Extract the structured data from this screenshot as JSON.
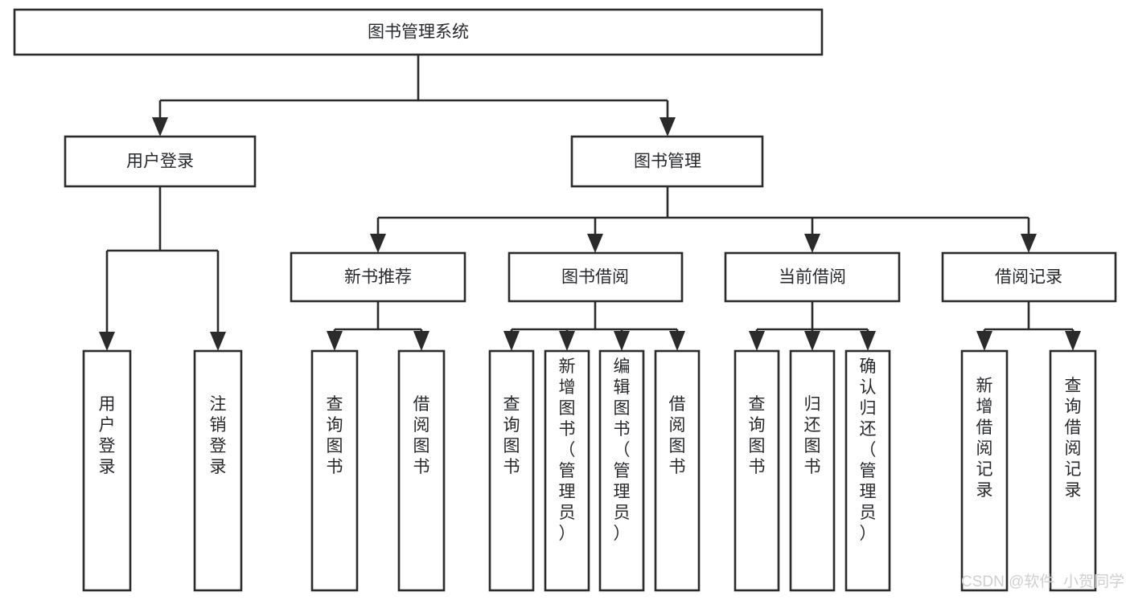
{
  "diagram": {
    "type": "tree-hierarchy-chart",
    "title": "图书管理系统",
    "orientation": "top-down",
    "colors": {
      "box_stroke": "#2b2b2b",
      "box_fill": "#ffffff",
      "connector": "#2b2b2b",
      "text": "#26282b",
      "background": "#ffffff",
      "watermark": "#cfcfcf"
    },
    "root": {
      "id": "root",
      "label": "图书管理系统",
      "text_orientation": "horizontal"
    },
    "level2": [
      {
        "id": "user-login",
        "label": "用户登录",
        "text_orientation": "horizontal"
      },
      {
        "id": "book-manage",
        "label": "图书管理",
        "text_orientation": "horizontal"
      }
    ],
    "level3": [
      {
        "id": "new-book-recommend",
        "label": "新书推荐",
        "parent": "book-manage",
        "text_orientation": "horizontal"
      },
      {
        "id": "book-borrow",
        "label": "图书借阅",
        "parent": "book-manage",
        "text_orientation": "horizontal"
      },
      {
        "id": "current-borrow",
        "label": "当前借阅",
        "parent": "book-manage",
        "text_orientation": "horizontal"
      },
      {
        "id": "borrow-record",
        "label": "借阅记录",
        "parent": "book-manage",
        "text_orientation": "horizontal"
      }
    ],
    "leaves": [
      {
        "id": "leaf-user-login",
        "label": "用户登录",
        "parent": "user-login",
        "text_orientation": "vertical"
      },
      {
        "id": "leaf-logout-login",
        "label": "注销登录",
        "parent": "user-login",
        "text_orientation": "vertical"
      },
      {
        "id": "leaf-query-book-1",
        "label": "查询图书",
        "parent": "new-book-recommend",
        "text_orientation": "vertical"
      },
      {
        "id": "leaf-borrow-book-1",
        "label": "借阅图书",
        "parent": "new-book-recommend",
        "text_orientation": "vertical"
      },
      {
        "id": "leaf-query-book-2",
        "label": "查询图书",
        "parent": "book-borrow",
        "text_orientation": "vertical"
      },
      {
        "id": "leaf-add-book",
        "label": "新增图书（管理员）",
        "parent": "book-borrow",
        "text_orientation": "vertical"
      },
      {
        "id": "leaf-edit-book",
        "label": "编辑图书（管理员）",
        "parent": "book-borrow",
        "text_orientation": "vertical"
      },
      {
        "id": "leaf-borrow-book-2",
        "label": "借阅图书",
        "parent": "book-borrow",
        "text_orientation": "vertical"
      },
      {
        "id": "leaf-query-book-3",
        "label": "查询图书",
        "parent": "current-borrow",
        "text_orientation": "vertical"
      },
      {
        "id": "leaf-return-book",
        "label": "归还图书",
        "parent": "current-borrow",
        "text_orientation": "vertical"
      },
      {
        "id": "leaf-confirm-return",
        "label": "确认归还（管理员）",
        "parent": "current-borrow",
        "text_orientation": "vertical"
      },
      {
        "id": "leaf-add-record",
        "label": "新增借阅记录",
        "parent": "borrow-record",
        "text_orientation": "vertical"
      },
      {
        "id": "leaf-query-record",
        "label": "查询借阅记录",
        "parent": "borrow-record",
        "text_orientation": "vertical"
      }
    ]
  },
  "watermark": {
    "label": "CSDN @软件_小贺同学"
  }
}
